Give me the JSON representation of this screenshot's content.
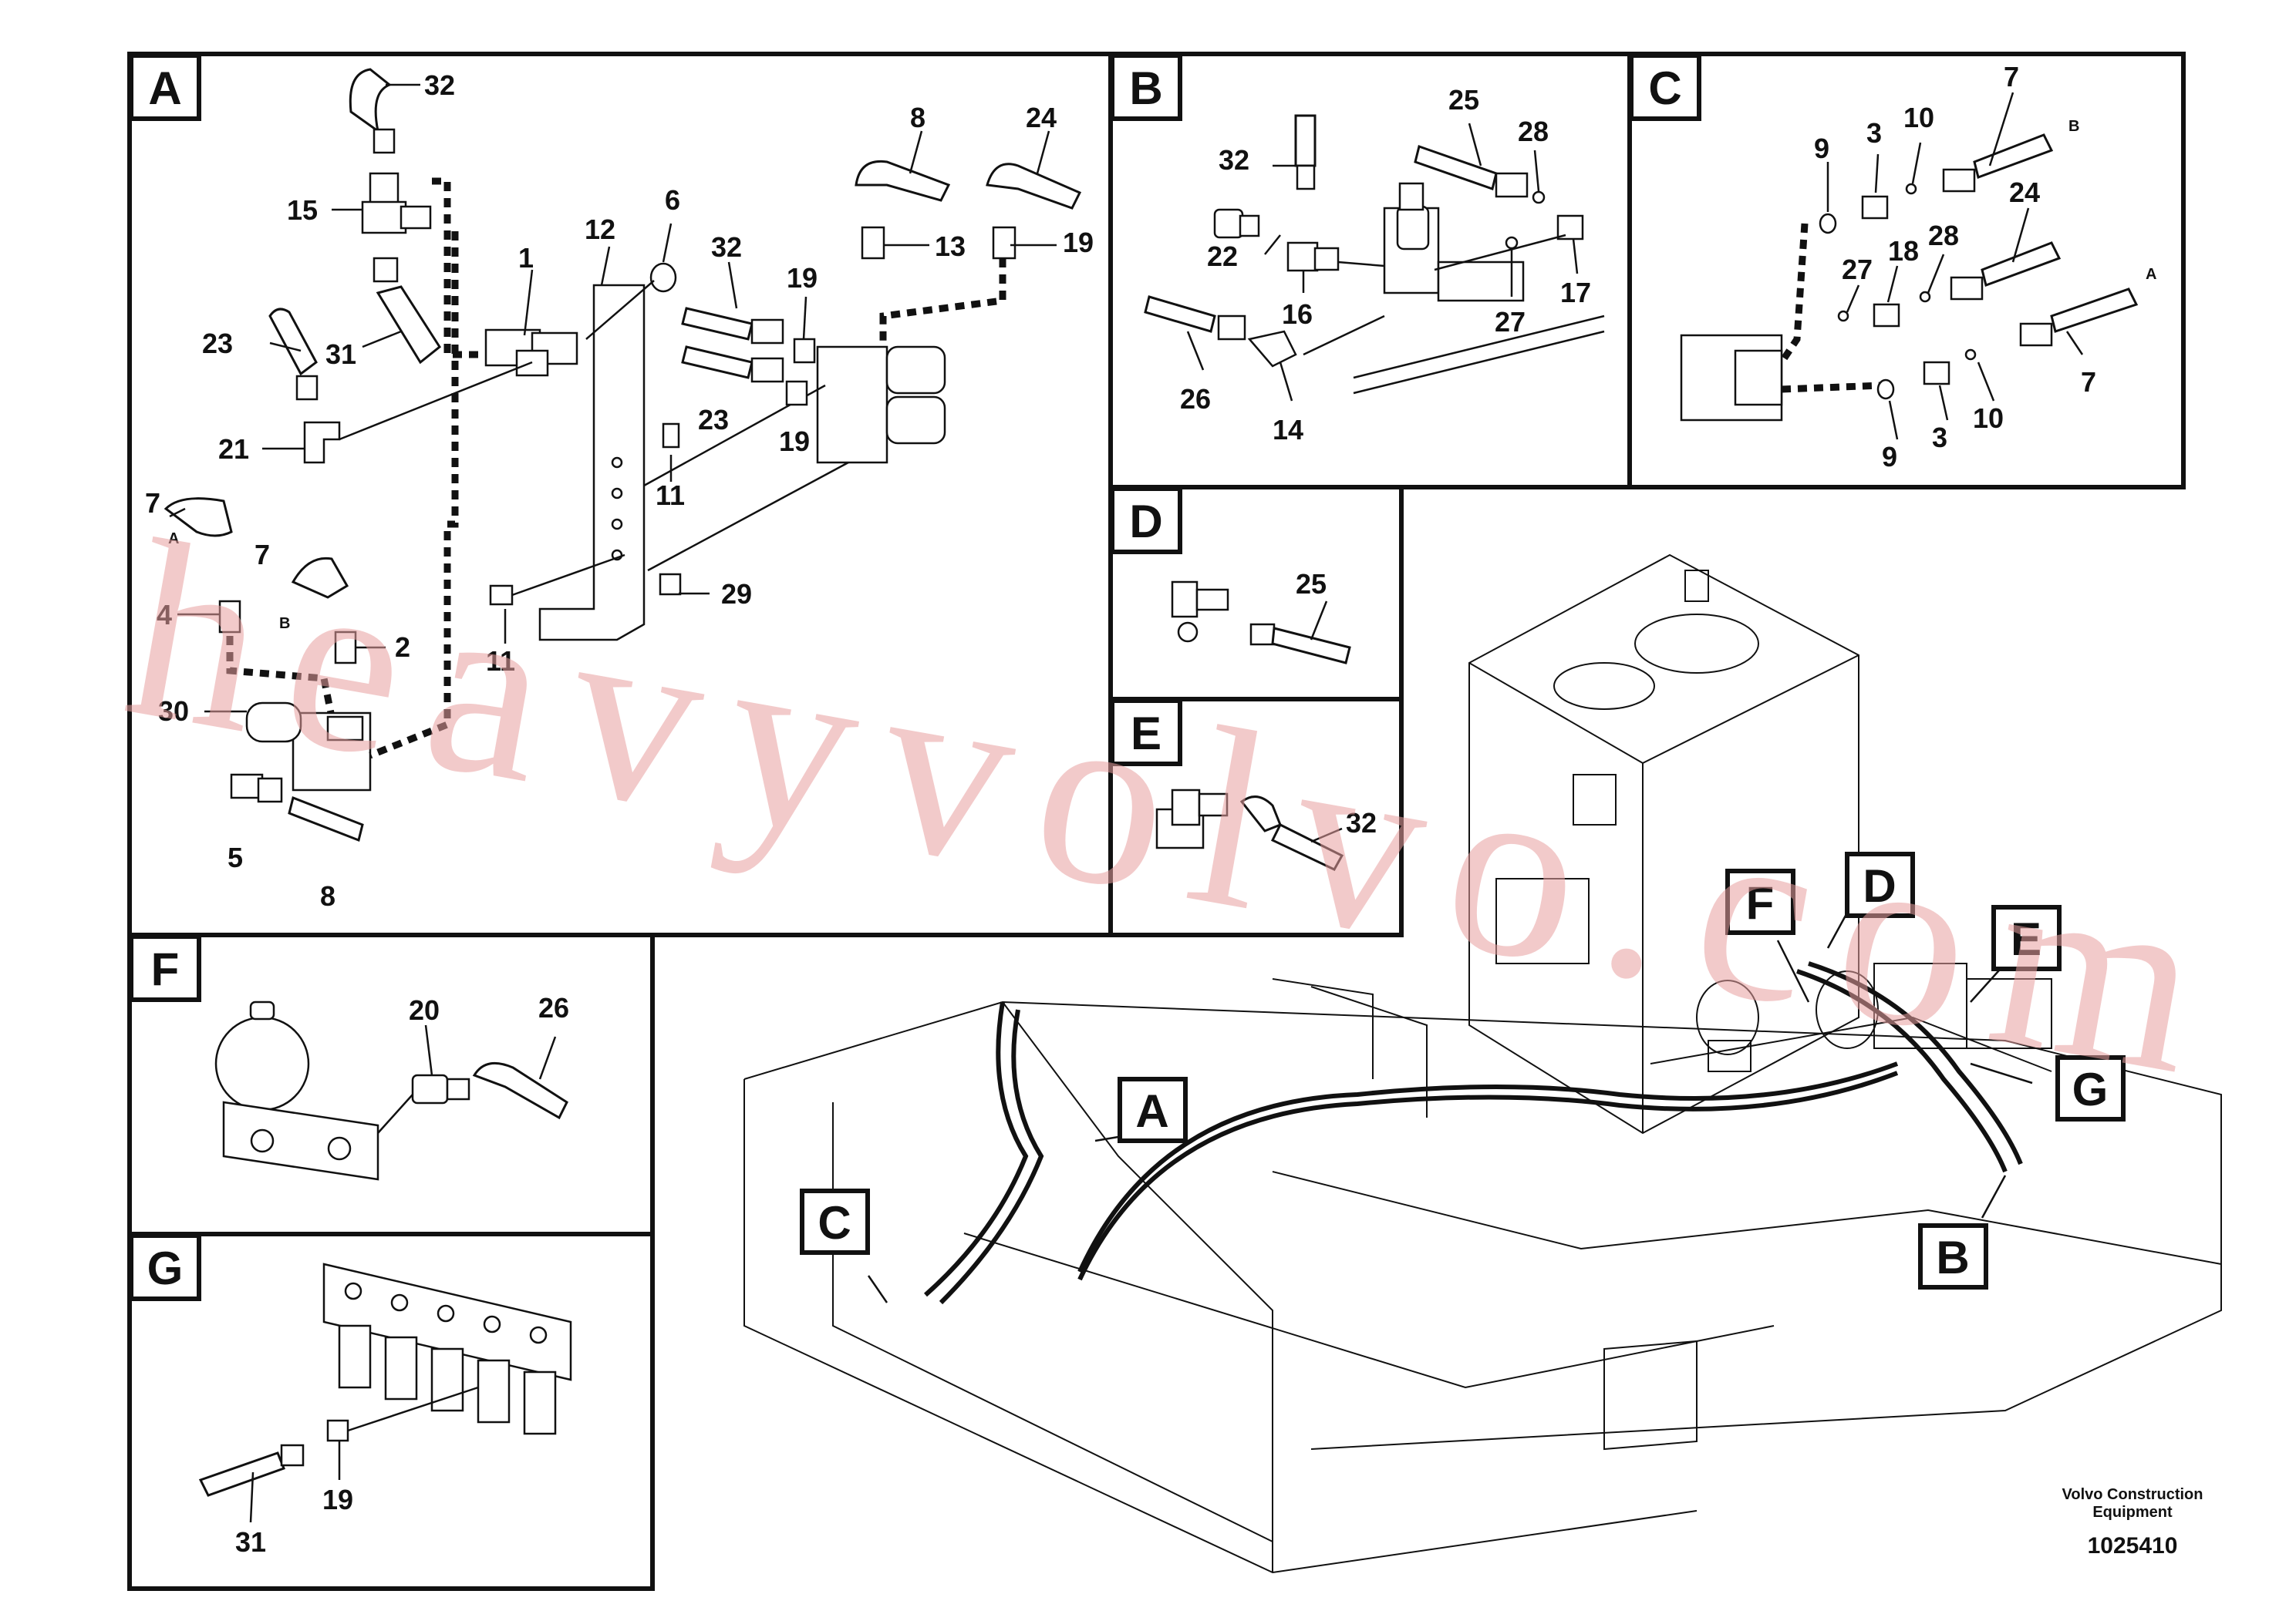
{
  "panels": {
    "A": {
      "letter": "A"
    },
    "B": {
      "letter": "B"
    },
    "C": {
      "letter": "C"
    },
    "D": {
      "letter": "D"
    },
    "E": {
      "letter": "E"
    },
    "F": {
      "letter": "F"
    },
    "G": {
      "letter": "G"
    }
  },
  "callouts": {
    "A": [
      "32",
      "15",
      "23",
      "31",
      "1",
      "12",
      "6",
      "21",
      "7",
      "A",
      "7",
      "B",
      "4",
      "2",
      "30",
      "5",
      "8",
      "11",
      "11",
      "29",
      "32",
      "19",
      "23",
      "19",
      "8",
      "13",
      "24",
      "19"
    ],
    "B": [
      "32",
      "22",
      "16",
      "26",
      "14",
      "25",
      "28",
      "17",
      "27"
    ],
    "C": [
      "9",
      "3",
      "10",
      "7",
      "B",
      "27",
      "18",
      "28",
      "24",
      "A",
      "9",
      "3",
      "10",
      "7"
    ],
    "D": [
      "25"
    ],
    "E": [
      "32"
    ],
    "F": [
      "20",
      "26"
    ],
    "G": [
      "31",
      "19"
    ]
  },
  "main_tags": [
    "A",
    "C",
    "F",
    "D",
    "E",
    "G",
    "B"
  ],
  "footer": {
    "company_line1": "Volvo Construction",
    "company_line2": "Equipment",
    "doc_number": "1025410"
  },
  "watermark": "heavyvolvo.com"
}
